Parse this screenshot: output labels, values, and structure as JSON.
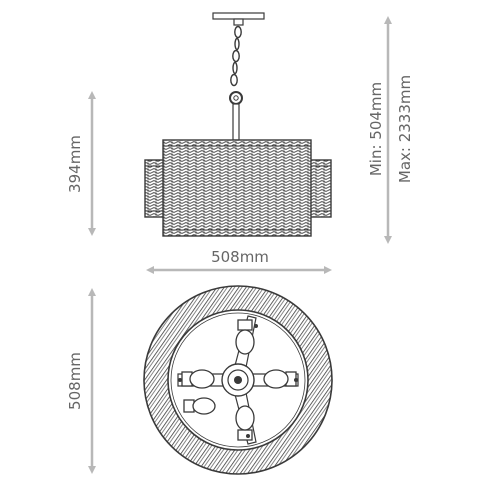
{
  "labels": {
    "height": "394mm",
    "width": "508mm",
    "diameter": "508mm",
    "drop_min": "Min: 504mm",
    "drop_max": "Max: 2333mm"
  },
  "colors": {
    "line": "#3a3a3a",
    "dimension": "#b8b8b8",
    "text": "#666666"
  }
}
